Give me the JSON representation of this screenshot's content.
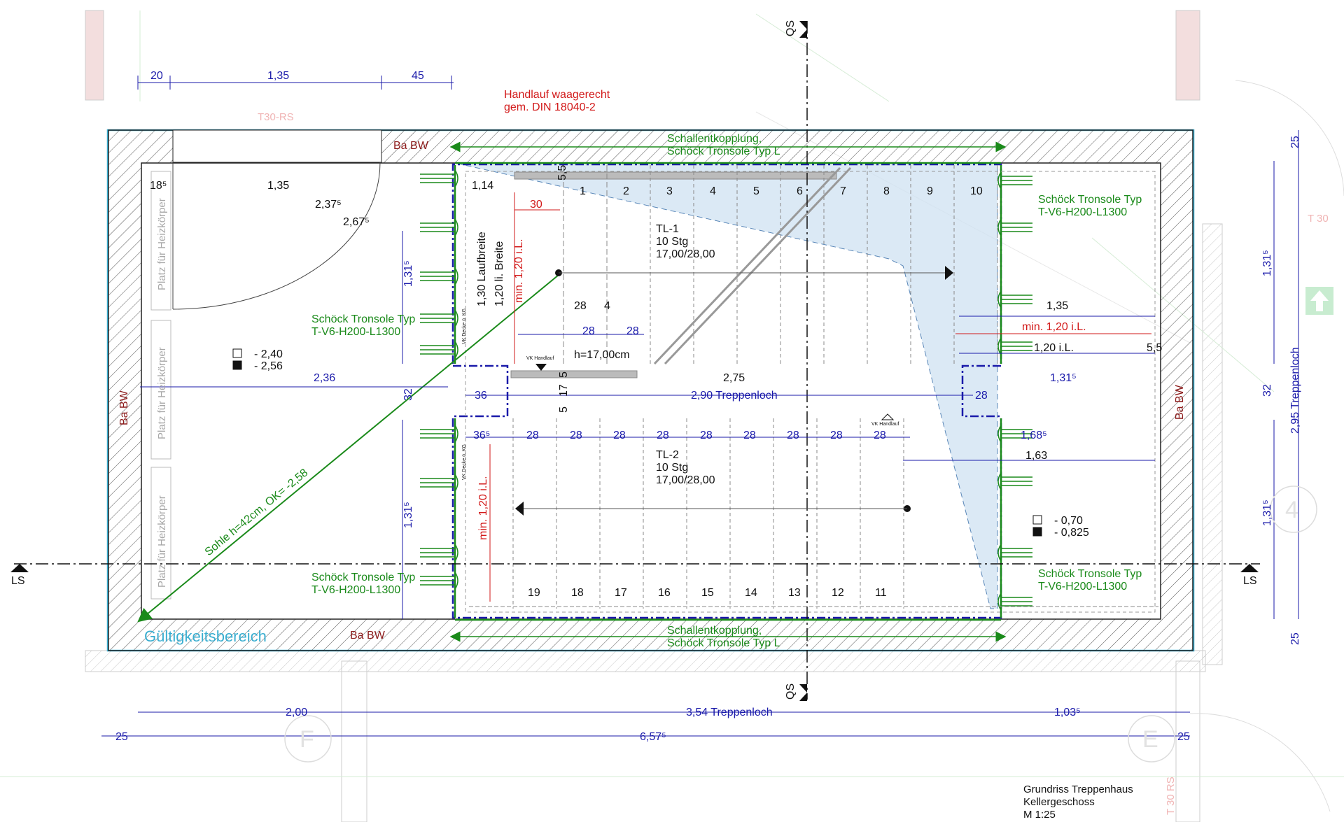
{
  "title_block": {
    "line1": "Grundriss Treppenhaus",
    "line2": "Kellergeschoss",
    "line3": "M 1:25"
  },
  "notes": {
    "handlauf_1": "Handlauf waagerecht",
    "handlauf_2": "gem. DIN 18040-2",
    "t30rs_top": "T30-RS",
    "t30_right": "T 30",
    "t30rs_bottom": "T 30 RS",
    "gueltigkeit": "Gültigkeitsbereich",
    "sohle": "Sohle h=42cm, OK= -2,58"
  },
  "section_marks": {
    "qs": "QS",
    "ls": "LS"
  },
  "grid_axes": {
    "f": "F",
    "e": "E",
    "four": "4"
  },
  "walls": {
    "ba_bw": "Ba BW"
  },
  "heater": {
    "label": "Platz für Heizkörper"
  },
  "landing": {
    "level1": "- 2,40",
    "level2": "- 2,56",
    "level3": "- 0,70",
    "level4": "- 0,825"
  },
  "flights": {
    "tl1": {
      "name": "TL-1",
      "stg": "10 Stg",
      "ratio": "17,00/28,00"
    },
    "tl2": {
      "name": "TL-2",
      "stg": "10 Stg",
      "ratio": "17,00/28,00"
    },
    "steps_top": [
      "1",
      "2",
      "3",
      "4",
      "5",
      "6",
      "7",
      "8",
      "9",
      "10"
    ],
    "steps_bottom": [
      "19",
      "18",
      "17",
      "16",
      "15",
      "14",
      "13",
      "12",
      "11"
    ]
  },
  "schoeck": {
    "line1": "Schöck Tronsole Typ",
    "line2": "T-V6-H200-L1300",
    "entk1": "Schallentkopplung,",
    "entk2": "Schöck Tronsole Typ L"
  },
  "labels": {
    "laufbreite": "1,30 Laufbreite",
    "li_breite": "1,20 li. Breite",
    "min_il": "min. 1,20 i.L.",
    "il_120": "1,20 i.L.",
    "h17": "h=17,00cm",
    "vk_handlauf": "VK Handlauf",
    "vk_decke": "VK Decke ü. KG"
  },
  "dims": {
    "top_20": "20",
    "top_135": "1,35",
    "top_45": "45",
    "d185": "18⁵",
    "d135b": "1,35",
    "d2375": "2,37⁵",
    "d2675": "2,67⁵",
    "d114": "1,14",
    "d30": "30",
    "d55": "5,5",
    "d1315": "1,31⁵",
    "d236": "2,36",
    "d32": "32",
    "d36": "36",
    "d365": "36⁵",
    "d28": "28",
    "d4": "4",
    "d5": "5",
    "d17": "17",
    "d275": "2,75",
    "d290": "2,90 Treppenloch",
    "d135c": "1,35",
    "d55b": "5,5",
    "d1685": "1,68⁵",
    "d163": "1,63",
    "d25": "25",
    "d295": "2,95 Treppenloch",
    "b200": "2,00",
    "b354": "3,54 Treppenloch",
    "b1035": "1,03⁵",
    "b25": "25",
    "b6575": "6,57⁵"
  },
  "colors": {
    "dim": "#1a1aaa",
    "green": "#1a8a1a",
    "red": "#d21a1a",
    "cyan": "#3aaed0",
    "hatch": "#555555",
    "shade": "#cfe2f2"
  }
}
